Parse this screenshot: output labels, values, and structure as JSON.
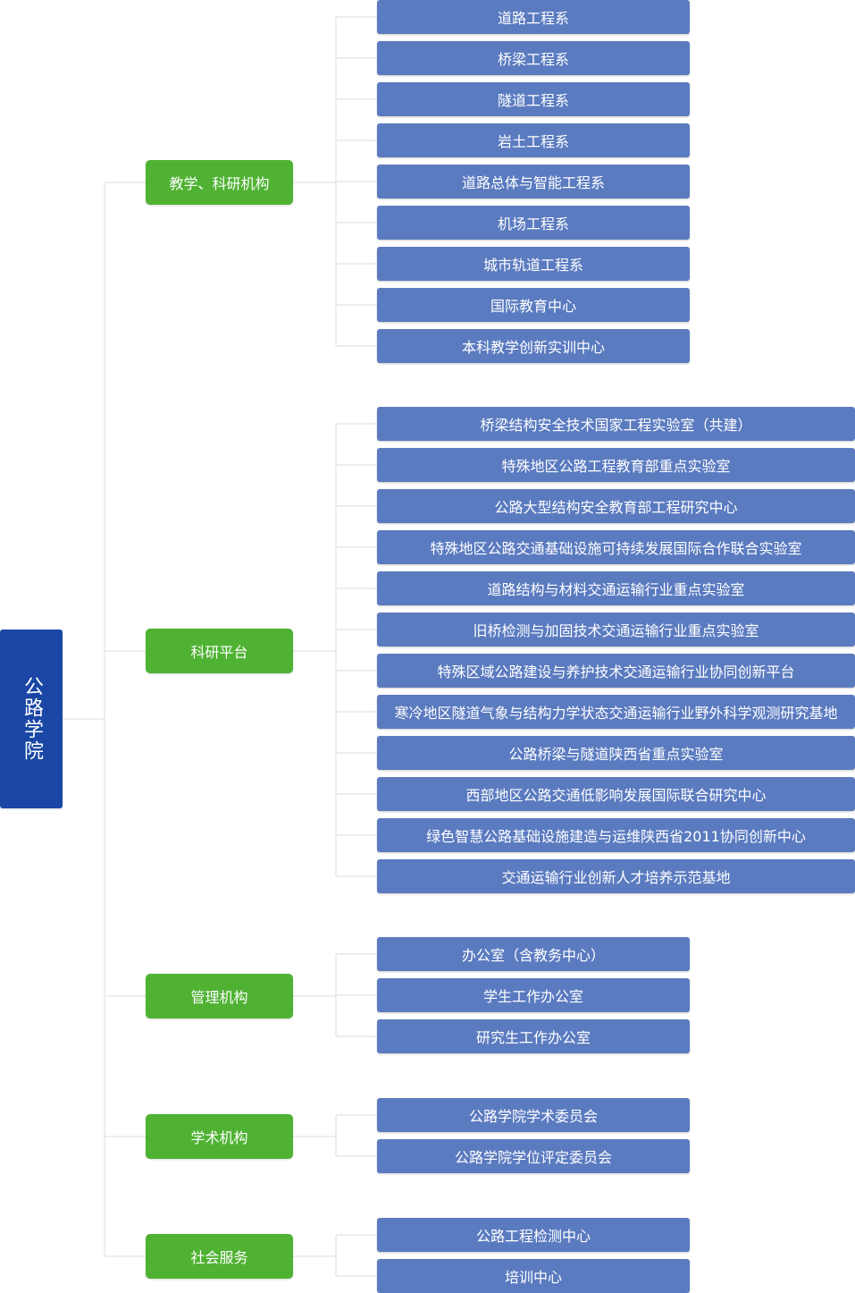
{
  "root": {
    "label": "公路学院"
  },
  "categories": [
    {
      "label": "教学、科研机构",
      "items": [
        "道路工程系",
        "桥梁工程系",
        "隧道工程系",
        "岩土工程系",
        "道路总体与智能工程系",
        "机场工程系",
        "城市轨道工程系",
        "国际教育中心",
        "本科教学创新实训中心"
      ]
    },
    {
      "label": "科研平台",
      "items": [
        "桥梁结构安全技术国家工程实验室（共建）",
        "特殊地区公路工程教育部重点实验室",
        "公路大型结构安全教育部工程研究中心",
        "特殊地区公路交通基础设施可持续发展国际合作联合实验室",
        "道路结构与材料交通运输行业重点实验室",
        "旧桥检测与加固技术交通运输行业重点实验室",
        "特殊区域公路建设与养护技术交通运输行业协同创新平台",
        "寒冷地区隧道气象与结构力学状态交通运输行业野外科学观测研究基地",
        "公路桥梁与隧道陕西省重点实验室",
        "西部地区公路交通低影响发展国际联合研究中心",
        "绿色智慧公路基础设施建造与运维陕西省2011协同创新中心",
        "交通运输行业创新人才培养示范基地"
      ]
    },
    {
      "label": "管理机构",
      "items": [
        "办公室（含教务中心）",
        "学生工作办公室",
        "研究生工作办公室"
      ]
    },
    {
      "label": "学术机构",
      "items": [
        "公路学院学术委员会",
        "公路学院学位评定委员会"
      ]
    },
    {
      "label": "社会服务",
      "items": [
        "公路工程检测中心",
        "培训中心"
      ]
    }
  ],
  "colors": {
    "root": "#1a47a5",
    "category": "#4fb233",
    "leaf": "#5b7bc0",
    "connector": "#dddddd"
  }
}
